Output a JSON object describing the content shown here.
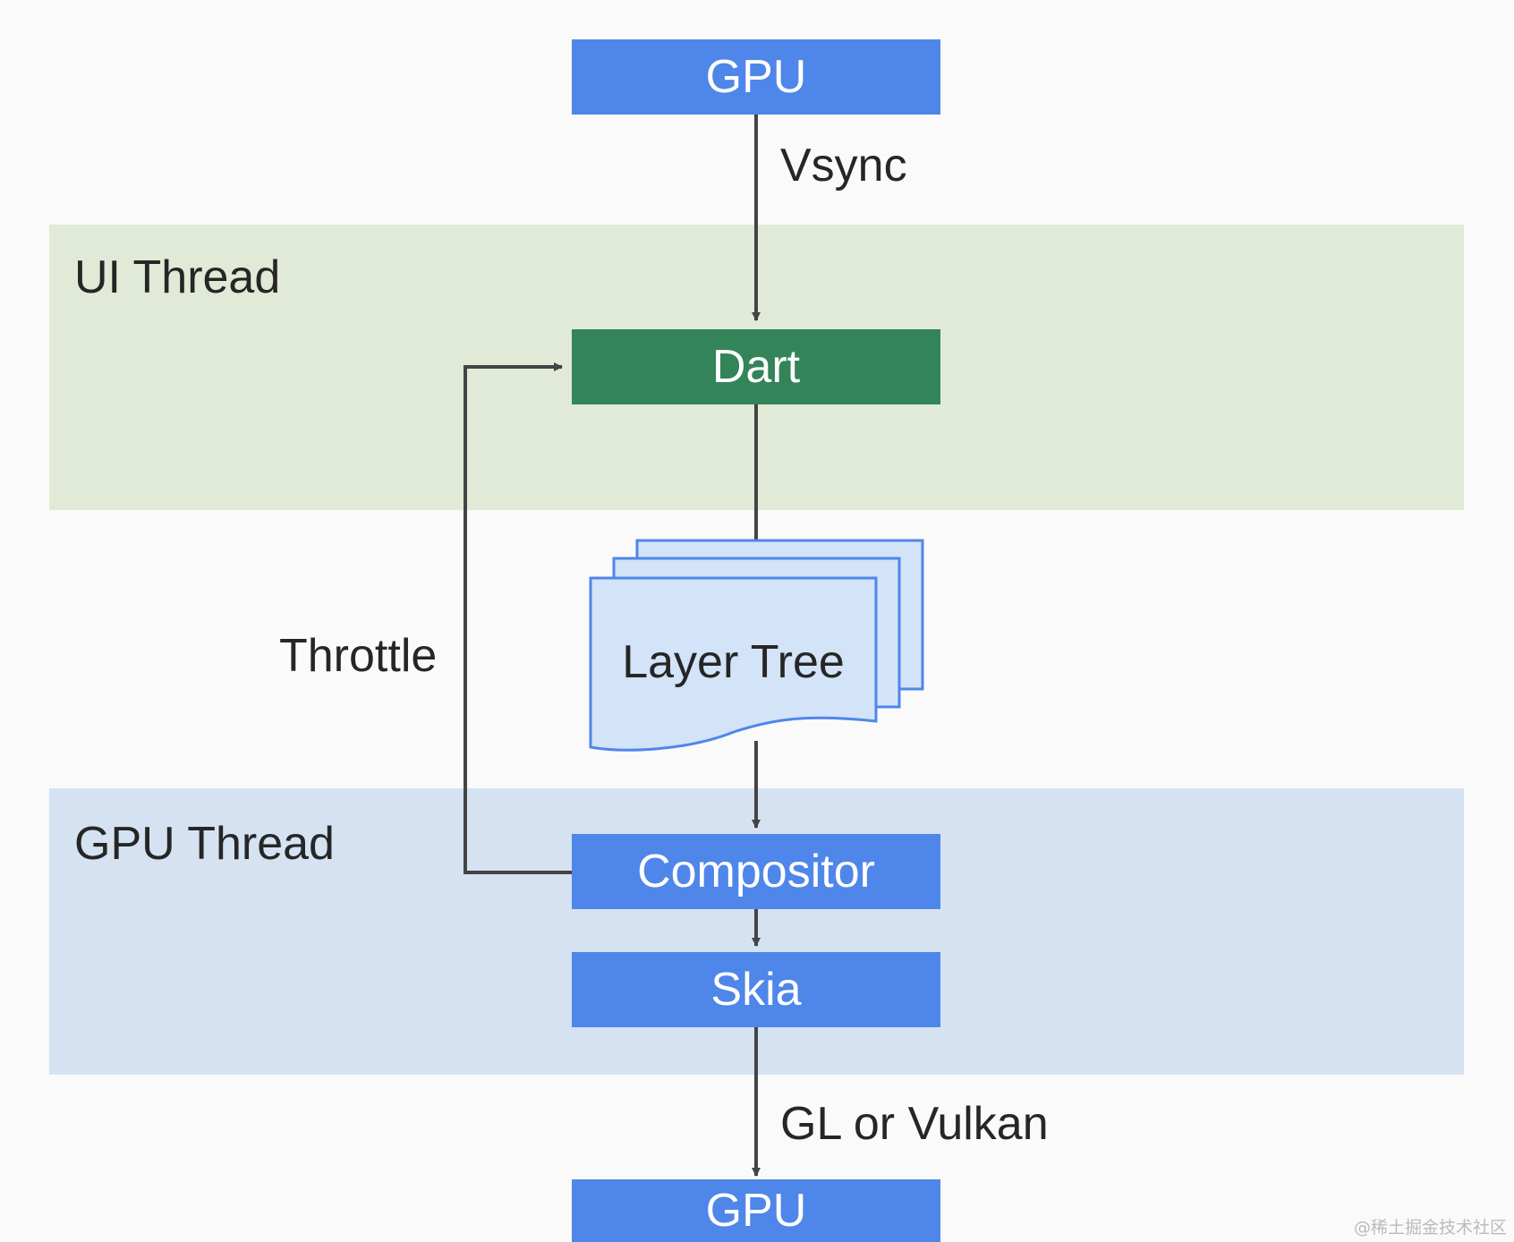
{
  "lanes": {
    "ui_thread": "UI Thread",
    "gpu_thread": "GPU Thread"
  },
  "nodes": {
    "gpu_top": "GPU",
    "dart": "Dart",
    "layer_tree": "Layer Tree",
    "compositor": "Compositor",
    "skia": "Skia",
    "gpu_bottom": "GPU"
  },
  "edges": {
    "vsync": "Vsync",
    "throttle": "Throttle",
    "gl_or_vulkan": "GL or Vulkan"
  },
  "colors": {
    "blue_node": "#4f86ea",
    "green_node": "#34845a",
    "ui_lane": "#e1ead6",
    "gpu_lane": "#d5e2f1",
    "layer_fill": "#d3e3f8",
    "layer_stroke": "#4f86ea",
    "arrow": "#444444"
  },
  "watermark": "@稀土掘金技术社区"
}
